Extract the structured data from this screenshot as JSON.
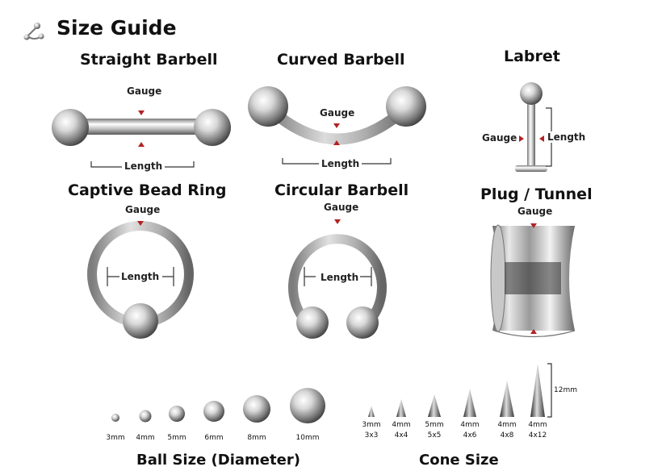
{
  "header": {
    "title": "Size Guide",
    "icon": "barbell-logo-icon"
  },
  "items": {
    "straight_barbell": {
      "title": "Straight Barbell",
      "gauge": "Gauge",
      "length": "Length"
    },
    "curved_barbell": {
      "title": "Curved Barbell",
      "gauge": "Gauge",
      "length": "Length"
    },
    "labret": {
      "title": "Labret",
      "gauge": "Gauge",
      "length": "Length"
    },
    "captive_bead_ring": {
      "title": "Captive Bead Ring",
      "gauge": "Gauge",
      "length": "Length"
    },
    "circular_barbell": {
      "title": "Circular Barbell",
      "gauge": "Gauge",
      "length": "Length"
    },
    "plug_tunnel": {
      "title": "Plug / Tunnel",
      "gauge": "Gauge"
    }
  },
  "ball_sizes": {
    "caption": "Ball Size (Diameter)",
    "sizes": [
      "3mm",
      "4mm",
      "5mm",
      "6mm",
      "8mm",
      "10mm"
    ]
  },
  "cone_sizes": {
    "caption": "Cone Size",
    "height_label": "12mm",
    "cones": [
      {
        "top": "3mm",
        "bottom": "3x3"
      },
      {
        "top": "4mm",
        "bottom": "4x4"
      },
      {
        "top": "5mm",
        "bottom": "5x5"
      },
      {
        "top": "4mm",
        "bottom": "4x6"
      },
      {
        "top": "4mm",
        "bottom": "4x8"
      },
      {
        "top": "4mm",
        "bottom": "4x12"
      }
    ]
  },
  "colors": {
    "marker": "#b22222",
    "metal_light": "#f4f4f4",
    "metal_dark": "#5a5a5a"
  }
}
